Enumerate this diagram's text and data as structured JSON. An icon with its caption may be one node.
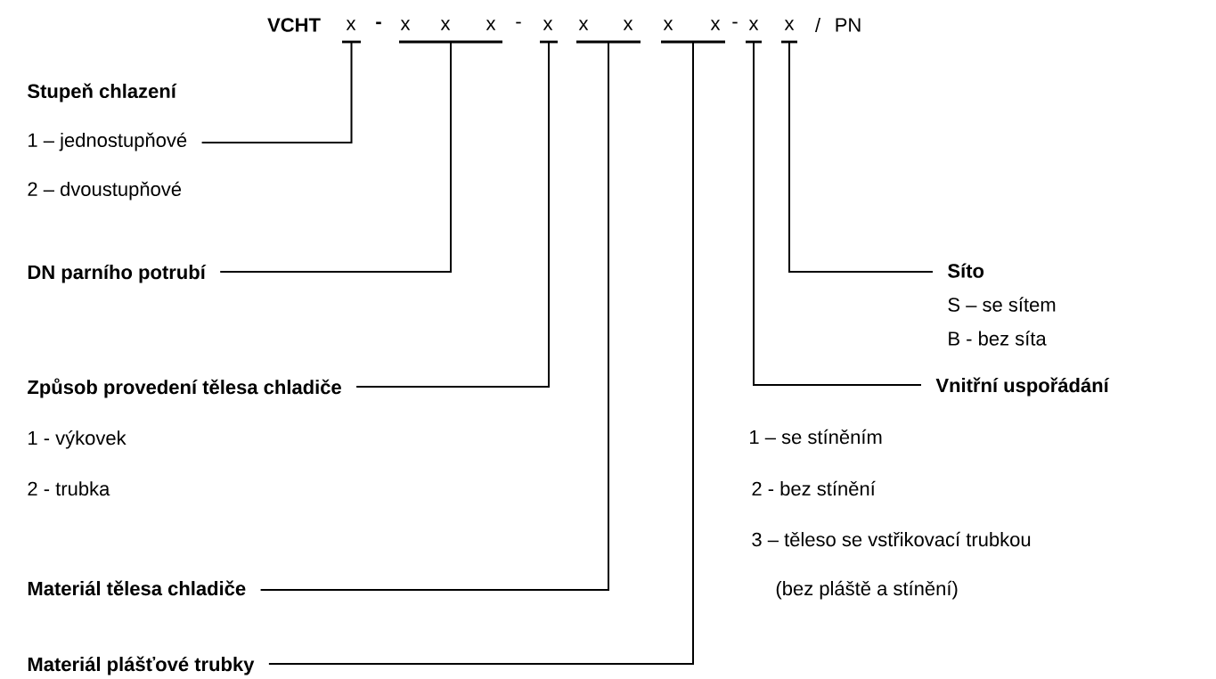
{
  "diagram": {
    "nodes": [
      {
        "text": [
          "x"
        ]
      },
      {
        "text": [
          "x",
          "x",
          "x"
        ]
      },
      {
        "text": [
          "x"
        ]
      },
      {
        "text": [
          "x",
          "x"
        ]
      },
      {
        "text": [
          "x",
          "x"
        ]
      },
      {
        "text": [
          "x"
        ]
      },
      {
        "text": [
          "x"
        ]
      },
      {
        "text": [
          "Stupeň chlazení",
          "1 – jednostupňové",
          "2 – dvoustupňové"
        ]
      },
      {
        "text": [
          "DN parního potrubí"
        ]
      },
      {
        "text": [
          "Síto",
          "S – se sítem",
          "B - bez síta"
        ]
      },
      {
        "text": [
          "Způsob provedení tělesa chladiče",
          "1 - výkovek",
          "2 - trubka"
        ]
      },
      {
        "text": [
          "Vnitřní uspořádání"
        ],
        "beside": [
          "1 – se stíněním",
          "2 - bez stínění",
          "3 – těleso se vstřikovací trubkou",
          "(bez pláště a stínění)"
        ]
      },
      {
        "text": [
          "Materiál tělesa chladiče"
        ]
      },
      {
        "text": [
          "Materiál plášťové trubky"
        ]
      }
    ],
    "edges": [
      {
        "from": 7,
        "to": 0,
        "arrow": "none"
      },
      {
        "from": 8,
        "to": 1,
        "arrow": "none"
      },
      {
        "from": 9,
        "to": 6,
        "arrow": "none"
      },
      {
        "from": 10,
        "to": 2,
        "arrow": "none"
      },
      {
        "from": 11,
        "to": 5,
        "arrow": "none"
      },
      {
        "from": 12,
        "to": 3,
        "arrow": "none"
      },
      {
        "from": 13,
        "to": 4,
        "arrow": "none"
      }
    ],
    "labels": [
      "VCHT",
      "-",
      "-",
      "-",
      "/",
      "PN"
    ]
  }
}
